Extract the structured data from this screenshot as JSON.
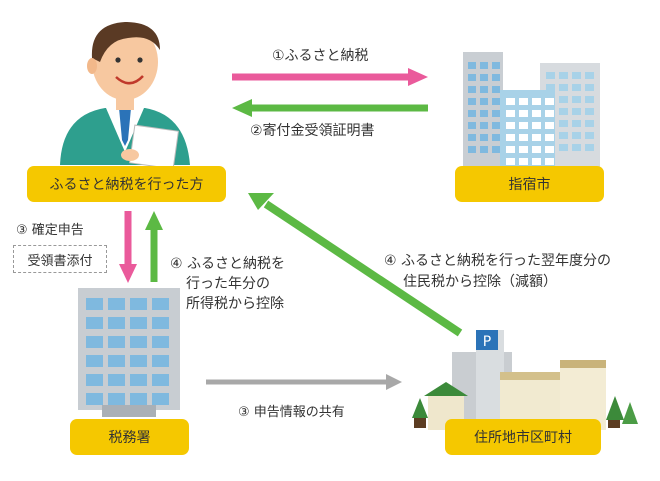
{
  "nodes": {
    "taxpayer": "ふるさと納税を行った方",
    "city": "指宿市",
    "tax_office": "税務署",
    "municipality": "住所地市区町村"
  },
  "flows": {
    "furusato_nozei": "①ふるさと納税",
    "certificate": "②寄付金受領証明書",
    "final_return": "③ 確定申告",
    "attachment": "受領書添付",
    "income_tax_line1": "④ ふるさと納税を",
    "income_tax_line2": "行った年分の",
    "income_tax_line3": "所得税から控除",
    "resident_tax_line1": "④ ふるさと納税を行った翌年度分の",
    "resident_tax_line2": "住民税から控除（減額）",
    "info_sharing": "③ 申告情報の共有"
  },
  "colors": {
    "label_bg": "#f5c800",
    "pink_arrow": "#ea5a9b",
    "green_arrow": "#5cb944",
    "gray_arrow": "#a8a8a8"
  }
}
